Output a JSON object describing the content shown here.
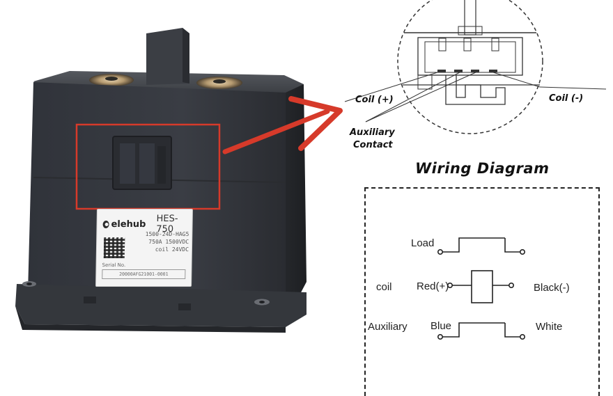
{
  "product": {
    "brand": "elehub",
    "model": "HES-750",
    "specs": [
      "1500-24D-HAG5",
      "750A 1500VDC",
      "coil 24VDC"
    ],
    "serial_label": "Serial No.",
    "serial_value": "20000AFG21001-0001"
  },
  "callouts": {
    "coil_plus": "Coil (+)",
    "coil_minus": "Coil (-)",
    "aux_line1": "Auxiliary",
    "aux_line2": "Contact"
  },
  "wiring": {
    "title": "Wiring Diagram",
    "load": "Load",
    "coil": "coil",
    "red": "Red(+)",
    "black": "Black(-)",
    "auxiliary": "Auxiliary",
    "blue": "Blue",
    "white": "White"
  },
  "colors": {
    "highlight": "#d63a2a",
    "housing": "#2e3136",
    "ink": "#222222"
  }
}
